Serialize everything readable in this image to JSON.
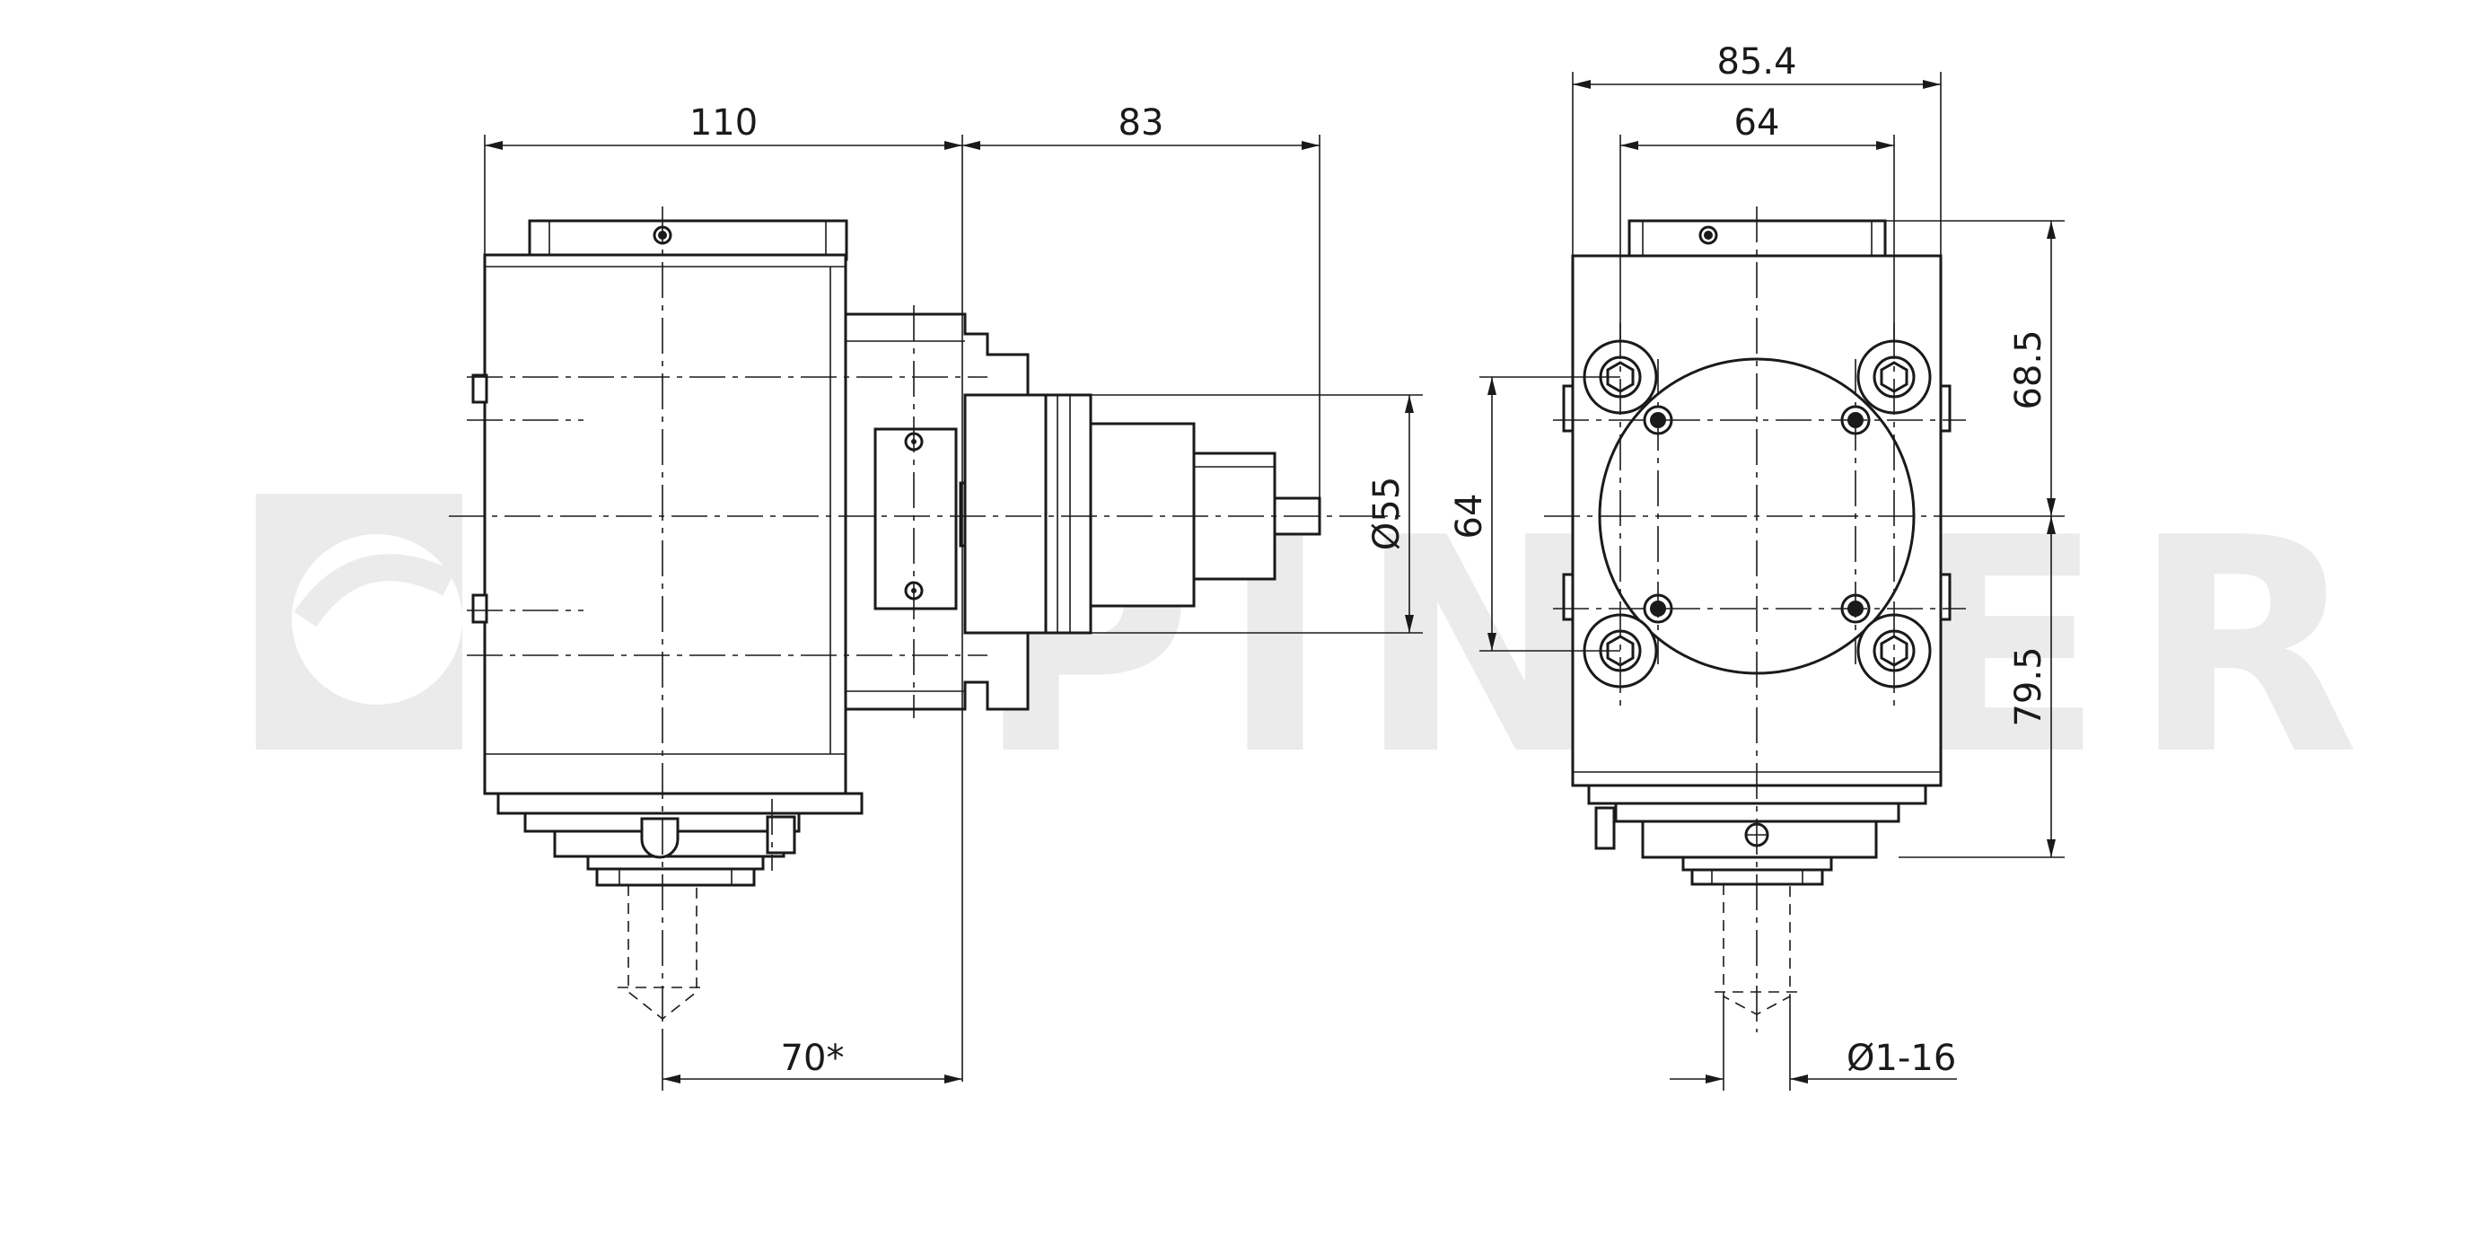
{
  "watermark": {
    "text": "EPPINGER",
    "color": "#ebebeb"
  },
  "dimensions": {
    "side_width": "110",
    "shaft_length": "83",
    "shaft_diameter": "Ø55",
    "spindle_offset": "70*",
    "front_width": "85.4",
    "bolt_spacing_horizontal": "64",
    "bolt_spacing_vertical": "64",
    "upper_height": "68.5",
    "lower_height": "79.5",
    "collet_range": "Ø1-16"
  },
  "colors": {
    "line": "#1a1a1a",
    "background": "#ffffff"
  }
}
